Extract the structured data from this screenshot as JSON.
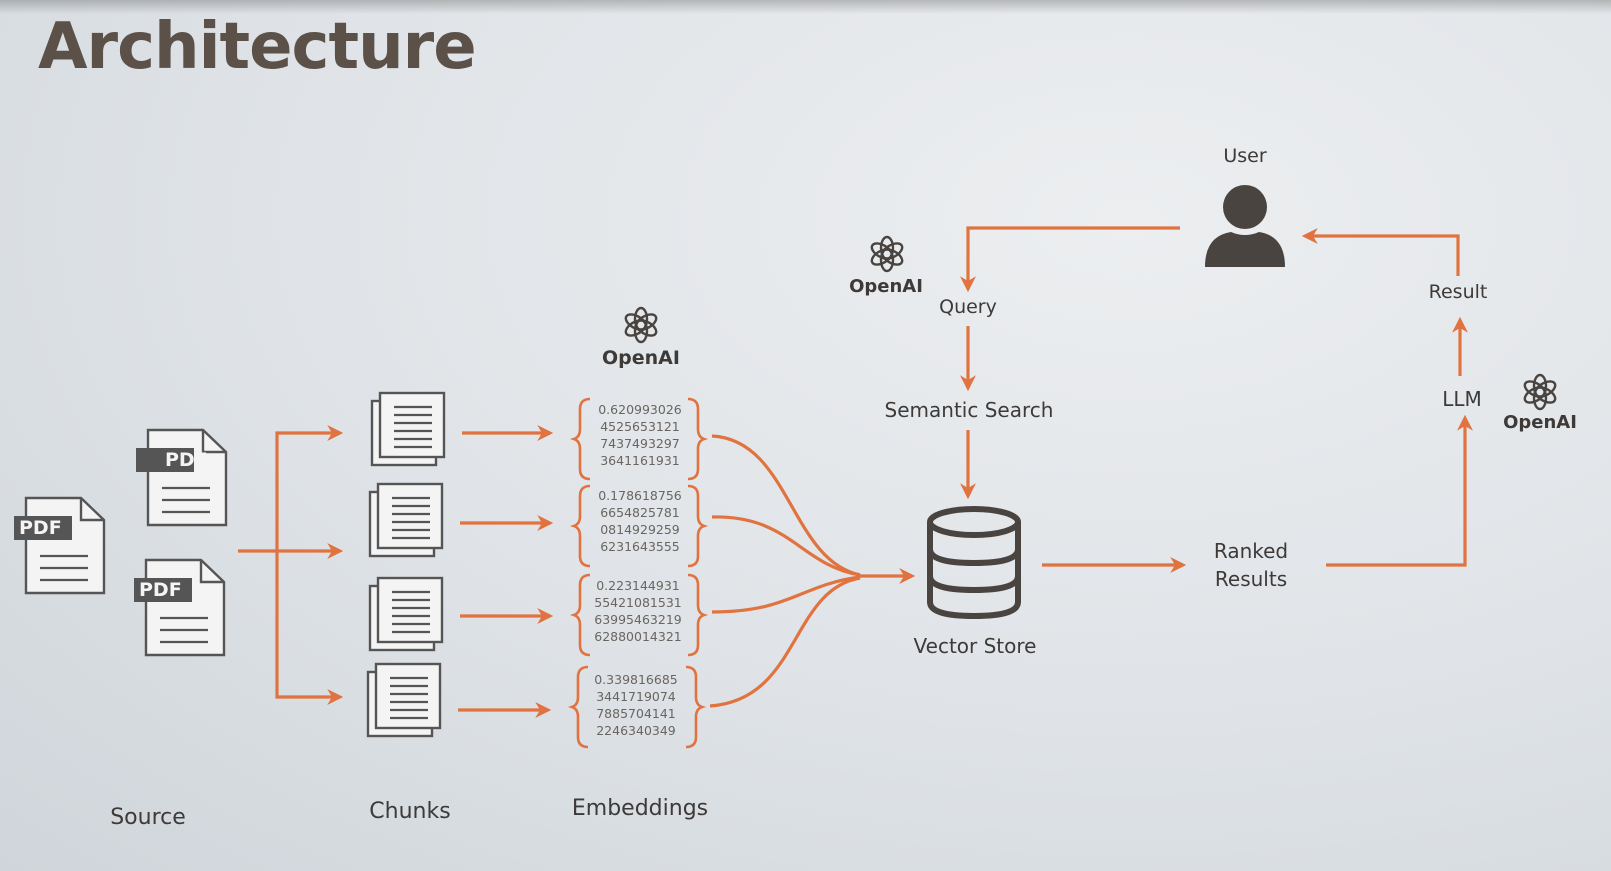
{
  "title": "Architecture",
  "colors": {
    "accent": "#e0733f",
    "icon": "#4a4440",
    "text": "#3d3a38"
  },
  "icons": {
    "pdf": "pdf-file-icon",
    "chunk": "document-stack-icon",
    "openai": "openai-logo-icon",
    "user": "user-icon",
    "database": "database-icon"
  },
  "pdf_badge": "PDF",
  "openai_label": "OpenAI",
  "labels": {
    "source": "Source",
    "chunks": "Chunks",
    "embeddings": "Embeddings",
    "user": "User",
    "query": "Query",
    "semantic_search": "Semantic Search",
    "vector_store": "Vector Store",
    "ranked_line1": "Ranked",
    "ranked_line2": "Results",
    "result": "Result",
    "llm": "LLM"
  },
  "embeddings": [
    [
      "0.620993026",
      "4525653121",
      "7437493297",
      "3641161931"
    ],
    [
      "0.178618756",
      "6654825781",
      "0814929259",
      "6231643555"
    ],
    [
      "0.223144931",
      "55421081531",
      "63995463219",
      "62880014321"
    ],
    [
      "0.339816685",
      "3441719074",
      "7885704141",
      "2246340349"
    ]
  ]
}
